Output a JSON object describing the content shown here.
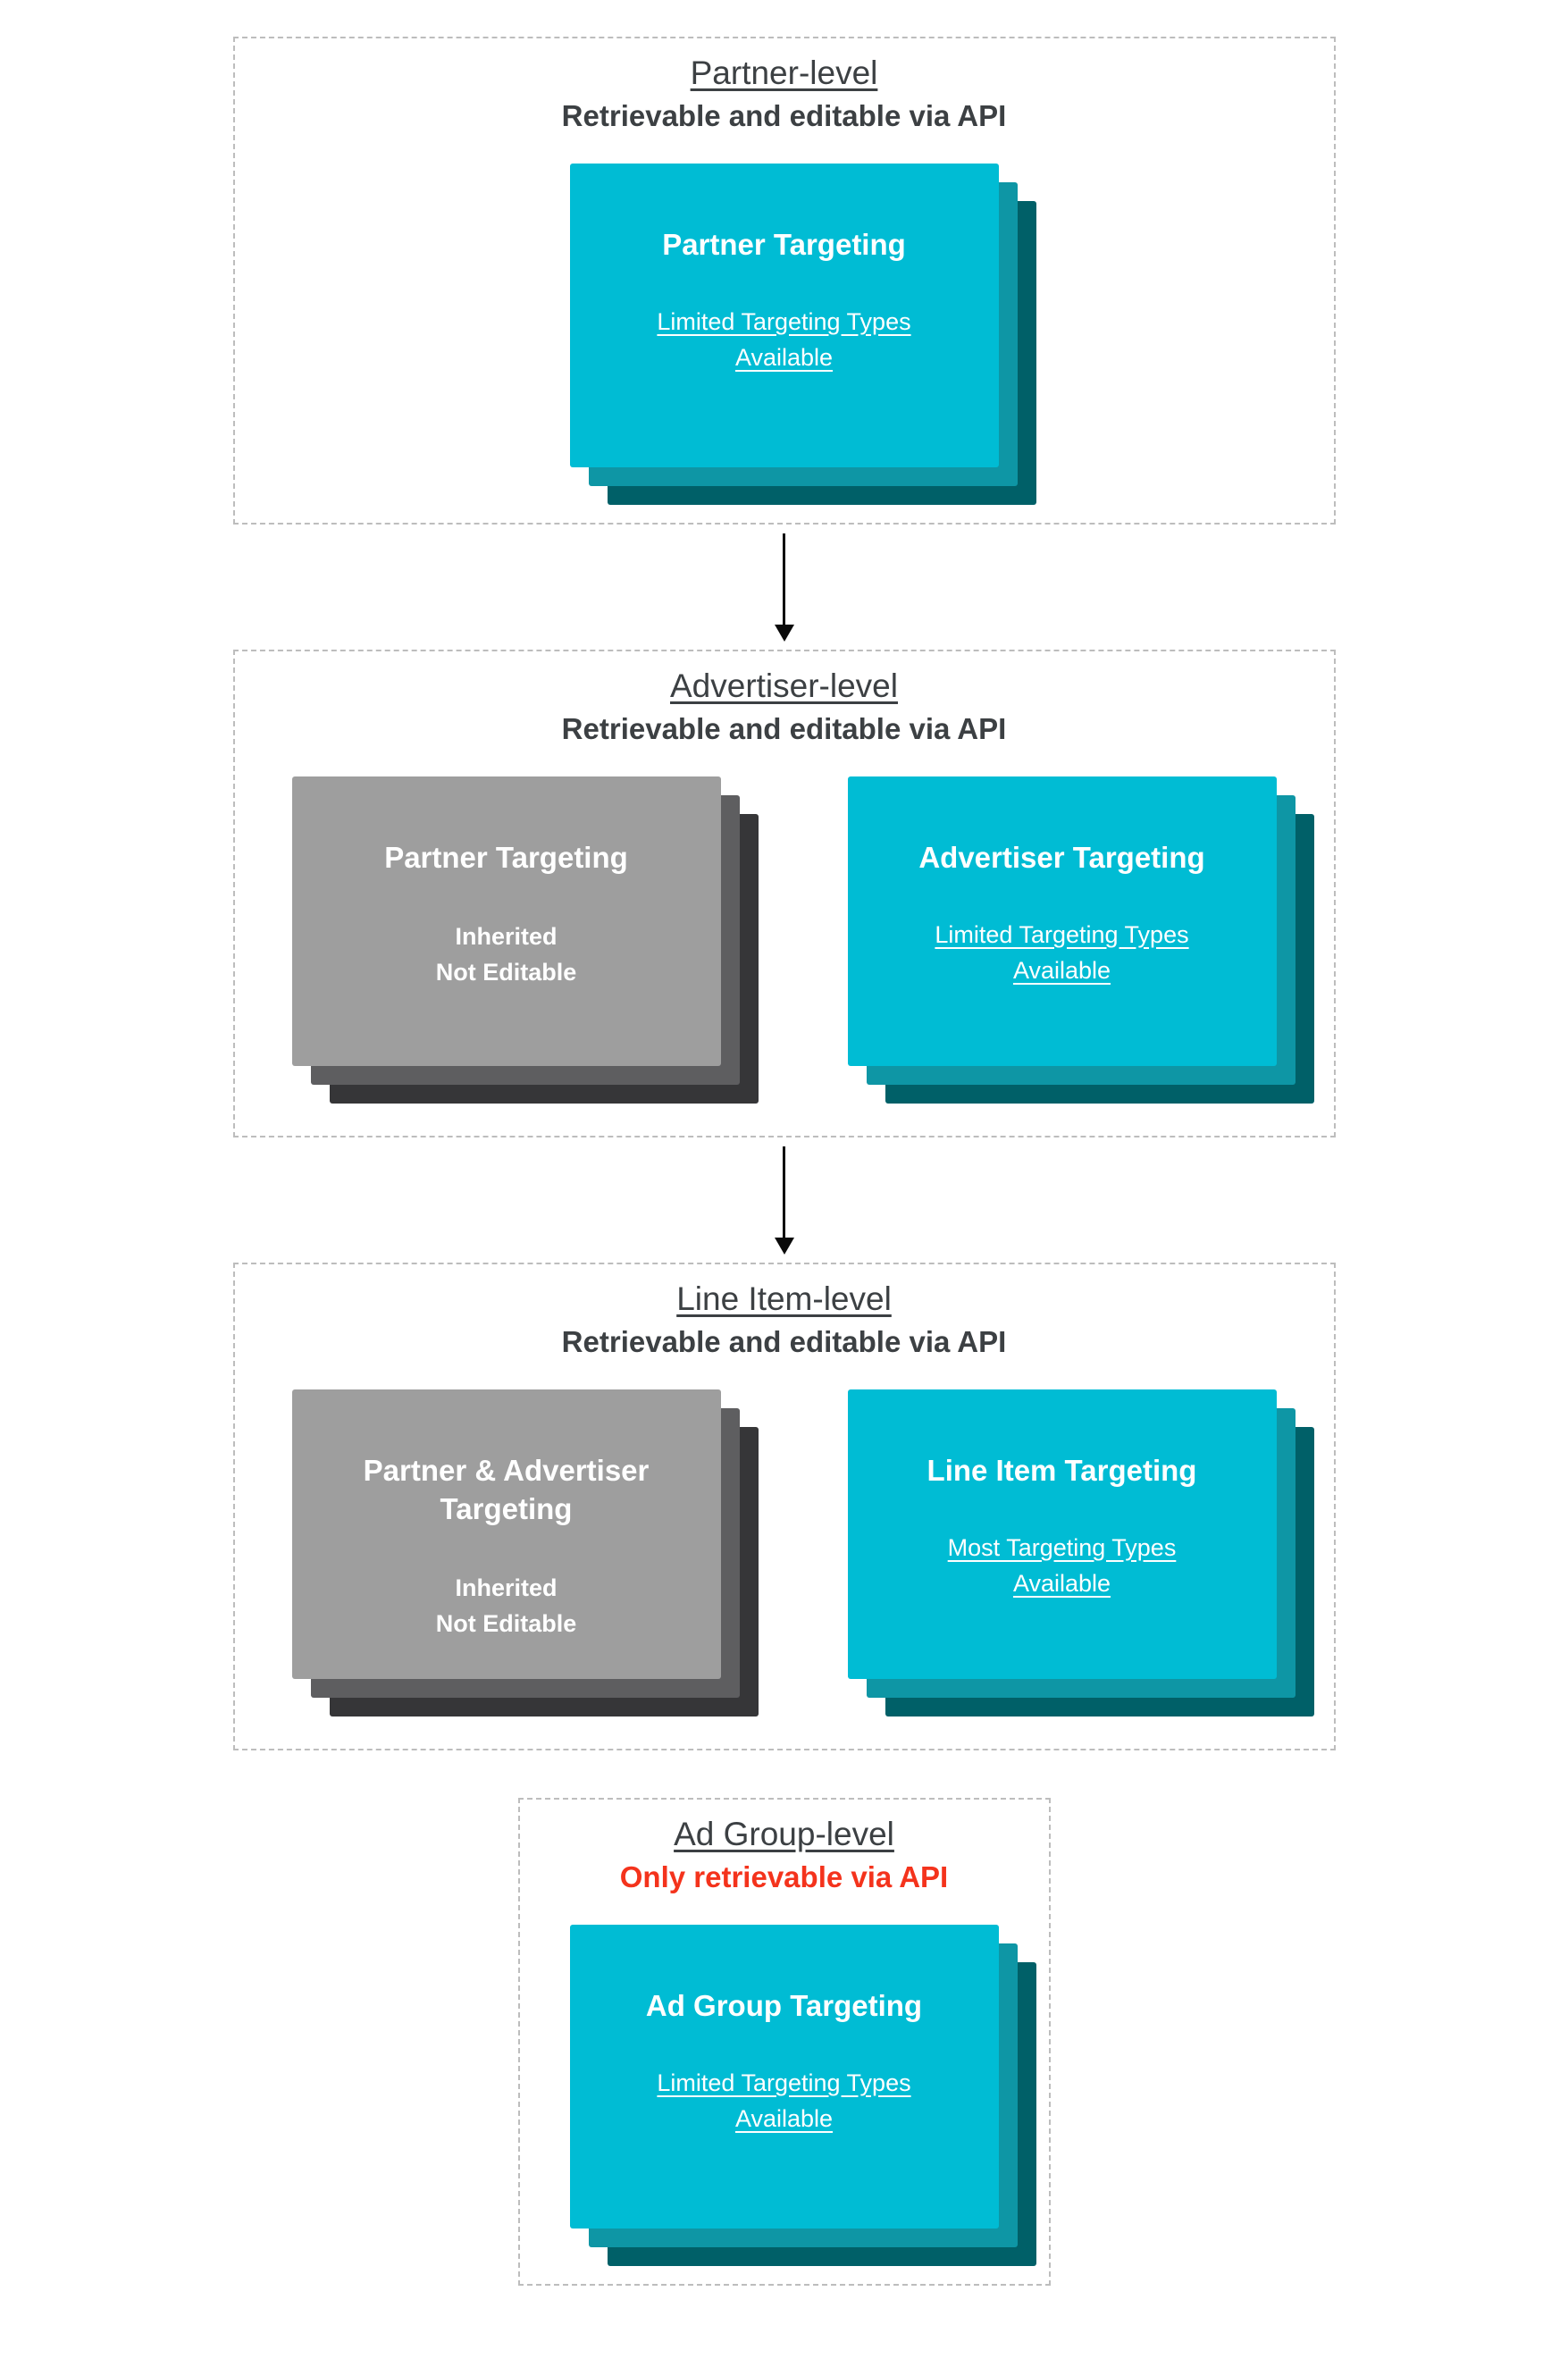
{
  "colors": {
    "cyan": "#00BCD4",
    "cyan_dark1": "#0E96A5",
    "cyan_dark2": "#006068",
    "gray": "#9E9E9E",
    "gray_dark1": "#5E5E60",
    "gray_dark2": "#363638",
    "title": "#3C4043",
    "red": "#F4331C",
    "box_border": "#BDBDBD"
  },
  "sections": [
    {
      "id": "partner-level",
      "title": "Partner-level",
      "subtitle": "Retrievable and editable via API",
      "cards": [
        {
          "style": "cyan",
          "title": "Partner Targeting",
          "subtitle": "Limited Targeting Types\nAvailable",
          "subtitle_underlined": true
        }
      ]
    },
    {
      "id": "advertiser-level",
      "title": "Advertiser-level",
      "subtitle": "Retrievable and editable via API",
      "cards": [
        {
          "style": "gray",
          "title": "Partner Targeting",
          "subtitle": "Inherited\nNot Editable",
          "subtitle_underlined": false
        },
        {
          "style": "cyan",
          "title": "Advertiser Targeting",
          "subtitle": "Limited Targeting Types\nAvailable",
          "subtitle_underlined": true
        }
      ]
    },
    {
      "id": "line-item-level",
      "title": "Line Item-level",
      "subtitle": "Retrievable and editable via API",
      "cards": [
        {
          "style": "gray",
          "title": "Partner & Advertiser\nTargeting",
          "subtitle": "Inherited\nNot Editable",
          "subtitle_underlined": false
        },
        {
          "style": "cyan",
          "title": "Line Item Targeting",
          "subtitle": "Most Targeting Types\nAvailable",
          "subtitle_underlined": true
        }
      ]
    },
    {
      "id": "ad-group-level",
      "title": "Ad Group-level",
      "subtitle": "Only retrievable via API",
      "subtitle_red": true,
      "cards": [
        {
          "style": "cyan",
          "title": "Ad Group Targeting",
          "subtitle": "Limited Targeting Types\nAvailable",
          "subtitle_underlined": true
        }
      ]
    }
  ]
}
